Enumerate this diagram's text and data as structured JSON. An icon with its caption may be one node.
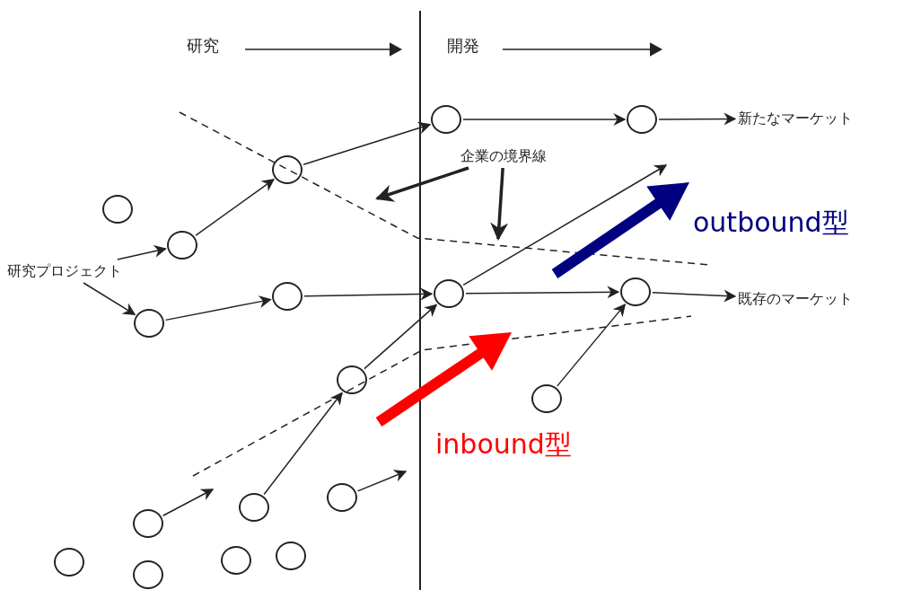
{
  "diagram": {
    "nodes": [
      {
        "text": [],
        "shape": "circle"
      },
      {
        "text": [],
        "shape": "circle"
      },
      {
        "text": [
          "新たなマーケット"
        ]
      },
      {
        "text": [
          "企業の境界線"
        ]
      },
      {
        "text": [],
        "shape": "circle"
      },
      {
        "text": [],
        "shape": "circle"
      },
      {
        "text": [],
        "shape": "circle"
      },
      {
        "text": [
          "研究プロジェクト"
        ]
      },
      {
        "text": [],
        "shape": "circle"
      },
      {
        "text": [],
        "shape": "circle"
      },
      {
        "text": [],
        "shape": "circle"
      },
      {
        "text": [
          "既存のマーケット"
        ]
      },
      {
        "text": [],
        "shape": "circle"
      },
      {
        "text": [],
        "shape": "circle"
      },
      {
        "text": [],
        "shape": "circle"
      },
      {
        "text": [],
        "shape": "circle"
      },
      {
        "text": [],
        "shape": "circle"
      },
      {
        "text": [],
        "shape": "circle"
      },
      {
        "text": [],
        "shape": "circle"
      },
      {
        "text": [],
        "shape": "circle"
      },
      {
        "text": [],
        "shape": "circle"
      },
      {
        "text": [],
        "shape": "circle"
      }
    ],
    "edges": [
      {
        "from": 0,
        "to": 1,
        "arrow": "to"
      },
      {
        "from": 1,
        "to": 2,
        "arrow": "to"
      },
      {
        "from": 4,
        "to": 0,
        "arrow": "to"
      },
      {
        "from": 6,
        "to": 4,
        "arrow": "to"
      },
      {
        "from": 7,
        "to": 6,
        "arrow": "to"
      },
      {
        "from": 7,
        "to": 12,
        "arrow": "to"
      },
      {
        "from": 12,
        "to": 8,
        "arrow": "to"
      },
      {
        "from": 8,
        "to": 9,
        "arrow": "to"
      },
      {
        "from": 9,
        "to": 10,
        "arrow": "to"
      },
      {
        "from": 9,
        "to": null,
        "arrow": "to"
      },
      {
        "from": 10,
        "to": 11,
        "arrow": "to"
      },
      {
        "from": 13,
        "to": 9,
        "arrow": "to"
      },
      {
        "from": 14,
        "to": 10,
        "arrow": "to"
      },
      {
        "from": 16,
        "to": 13,
        "arrow": "to"
      },
      {
        "from": 17,
        "to": null,
        "arrow": "to"
      },
      {
        "from": 15,
        "to": null,
        "arrow": "to"
      },
      {
        "from": 3,
        "to": null,
        "arrow": "to",
        "style": "thick"
      },
      {
        "from": 3,
        "to": null,
        "arrow": "to",
        "style": "thick"
      }
    ],
    "labels": [
      "研究",
      "開発",
      "outbound型",
      "inbound型"
    ]
  }
}
